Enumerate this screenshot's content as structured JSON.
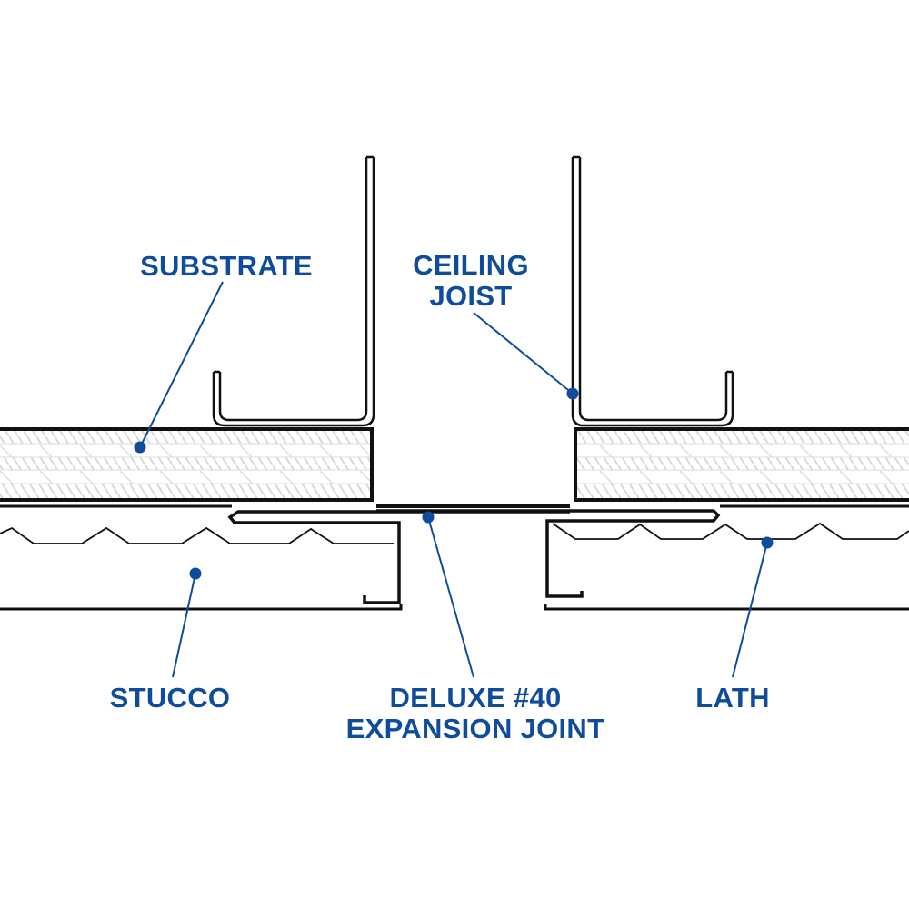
{
  "title": "Deluxe #40 Expansion Joint ceiling detail",
  "colors": {
    "label": "#0f4c9c",
    "ink": "#111111",
    "hatch": "#d9d9d9",
    "background": "#ffffff"
  },
  "labels": {
    "substrate": "SUBSTRATE",
    "ceiling_joist_line1": "CEILING",
    "ceiling_joist_line2": "JOIST",
    "stucco": "STUCCO",
    "expansion_joint_line1": "DELUXE #40",
    "expansion_joint_line2": "EXPANSION JOINT",
    "lath": "LATH"
  }
}
